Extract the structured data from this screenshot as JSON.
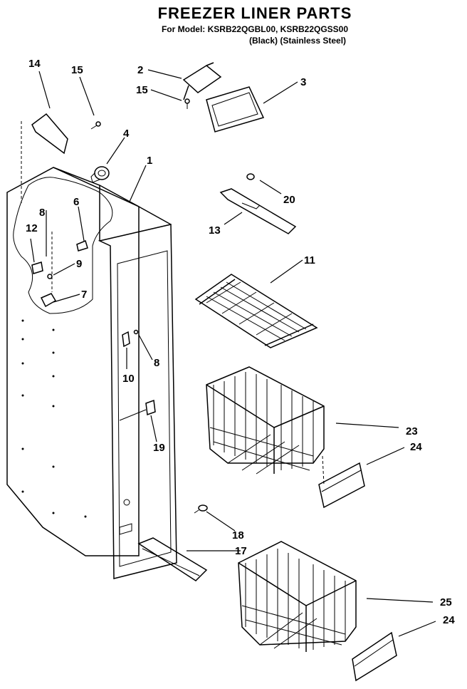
{
  "header": {
    "title": "FREEZER LINER PARTS",
    "model_line": "For Model: KSRB22QGBL00, KSRB22QGSS00",
    "variant_line": "(Black)  (Stainless Steel)"
  },
  "callouts": {
    "c1": "1",
    "c2": "2",
    "c3": "3",
    "c4": "4",
    "c6": "6",
    "c7": "7",
    "c8a": "8",
    "c8b": "8",
    "c9": "9",
    "c10": "10",
    "c11": "11",
    "c12": "12",
    "c13": "13",
    "c14": "14",
    "c15a": "15",
    "c15b": "15",
    "c17": "17",
    "c18": "18",
    "c19": "19",
    "c20": "20",
    "c23": "23",
    "c24a": "24",
    "c24b": "24",
    "c25": "25"
  }
}
